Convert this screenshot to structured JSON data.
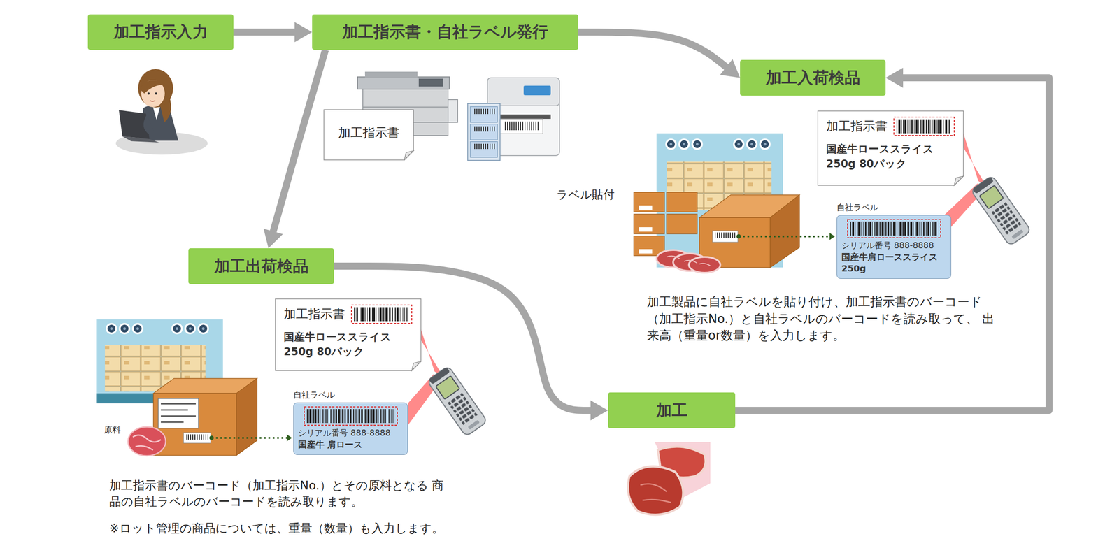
{
  "diagram": {
    "nodes": [
      {
        "text": [
          "加工指示入力"
        ]
      },
      {
        "text": [
          "加工指示書・自社ラベル発行"
        ]
      },
      {
        "text": [
          "加工指示書"
        ]
      },
      {
        "text": [
          "加工入荷検品"
        ]
      },
      {
        "text": [
          "加工指示書",
          "国産牛ローススライス 250g 80パック"
        ]
      },
      {
        "text": [
          "自社ラベル",
          "シリアル番号 888-8888",
          "国産牛肩ローススライス 250g"
        ]
      },
      {
        "text": [
          "加工出荷検品"
        ]
      },
      {
        "text": [
          "加工指示書",
          "国産牛ローススライス 250g 80パック"
        ]
      },
      {
        "text": [
          "自社ラベル",
          "シリアル番号 888-8888",
          "国産牛 肩ロース"
        ]
      },
      {
        "text": [
          "加工"
        ]
      }
    ],
    "edges": [
      {
        "from": 0,
        "to": 1,
        "arrow": "to"
      },
      {
        "from": 1,
        "to": 6,
        "arrow": "to"
      },
      {
        "from": 1,
        "to": 3,
        "arrow": "to"
      },
      {
        "from": 6,
        "to": 9,
        "arrow": "to"
      },
      {
        "from": 9,
        "to": 3,
        "arrow": "to"
      }
    ],
    "labels": [
      "ラベル貼付",
      "加工製品に自社ラベルを貼り付け、加工指示書のバーコード （加工指示No.）と自社ラベルのバーコードを読み取って、 出来高（重量or数量）を入力します。",
      "原料",
      "加工指示書のバーコード（加工指示No.）とその原料となる 商品の自社ラベルのバーコードを読み取ります。",
      "※ロット管理の商品については、重量（数量）も入力します。"
    ]
  }
}
